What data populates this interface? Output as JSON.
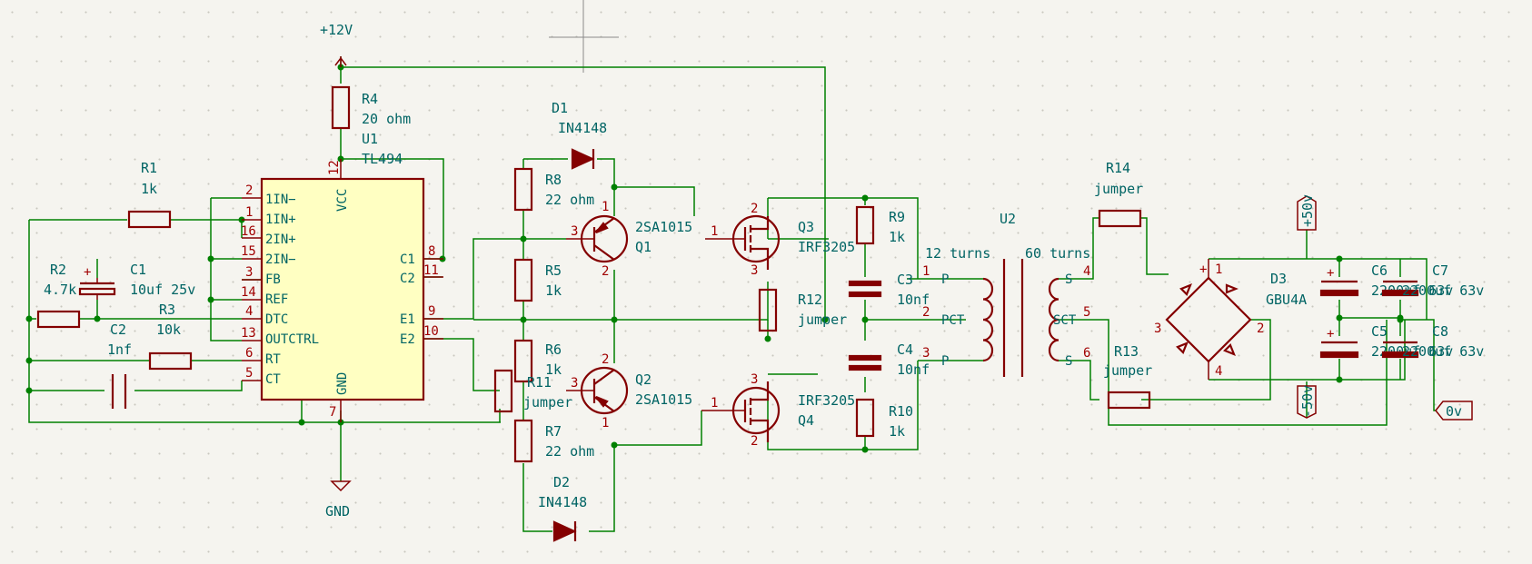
{
  "power": {
    "vcc": "+12V",
    "gnd": "GND",
    "pos": "+50v",
    "neg": "-50v",
    "zero": "0v"
  },
  "u1": {
    "ref": "U1",
    "val": "TL494",
    "pins_left": [
      {
        "num": "2",
        "name": "1IN−"
      },
      {
        "num": "1",
        "name": "1IN+"
      },
      {
        "num": "16",
        "name": "2IN+"
      },
      {
        "num": "15",
        "name": "2IN−"
      },
      {
        "num": "3",
        "name": "FB"
      },
      {
        "num": "14",
        "name": "REF"
      },
      {
        "num": "4",
        "name": "DTC"
      },
      {
        "num": "13",
        "name": "OUTCTRL"
      },
      {
        "num": "6",
        "name": "RT"
      },
      {
        "num": "5",
        "name": "CT"
      }
    ],
    "pins_right": [
      {
        "num": "8",
        "name": "C1"
      },
      {
        "num": "11",
        "name": "C2"
      },
      {
        "num": "9",
        "name": "E1"
      },
      {
        "num": "10",
        "name": "E2"
      }
    ],
    "vcc_pin": {
      "num": "12",
      "name": "VCC"
    },
    "gnd_pin": {
      "num": "7",
      "name": "GND"
    }
  },
  "components": {
    "R1": {
      "ref": "R1",
      "val": "1k"
    },
    "R2": {
      "ref": "R2",
      "val": "4.7k"
    },
    "R3": {
      "ref": "R3",
      "val": "10k"
    },
    "R4": {
      "ref": "R4",
      "val": "20 ohm"
    },
    "C1": {
      "ref": "C1",
      "val": "10uf 25v"
    },
    "C2": {
      "ref": "C2",
      "val": "1nf"
    },
    "D1": {
      "ref": "D1",
      "val": "IN4148"
    },
    "D2": {
      "ref": "D2",
      "val": "IN4148"
    },
    "R8": {
      "ref": "R8",
      "val": "22 ohm"
    },
    "R5": {
      "ref": "R5",
      "val": "1k"
    },
    "R6": {
      "ref": "R6",
      "val": "1k"
    },
    "R7": {
      "ref": "R7",
      "val": "22 ohm"
    },
    "R11": {
      "ref": "R11",
      "val": "jumper"
    },
    "Q1": {
      "ref": "Q1",
      "val": "2SA1015"
    },
    "Q2": {
      "ref": "Q2",
      "val": "2SA1015"
    },
    "Q3": {
      "ref": "Q3",
      "val": "IRF3205"
    },
    "Q4": {
      "ref": "Q4",
      "val": "IRF3205"
    },
    "R12": {
      "ref": "R12",
      "val": "jumper"
    },
    "R9": {
      "ref": "R9",
      "val": "1k"
    },
    "R10": {
      "ref": "R10",
      "val": "1k"
    },
    "C3": {
      "ref": "C3",
      "val": "10nf"
    },
    "C4": {
      "ref": "C4",
      "val": "10nf"
    },
    "U2": {
      "ref": "U2",
      "primary": "12 turns",
      "secondary": "60 turns"
    },
    "R14": {
      "ref": "R14",
      "val": "jumper"
    },
    "R13": {
      "ref": "R13",
      "val": "jumper"
    },
    "D3": {
      "ref": "D3",
      "val": "GBU4A"
    },
    "C6": {
      "ref": "C6",
      "val": "2200uf 63v"
    },
    "C7": {
      "ref": "C7",
      "val": "2200uf 63v"
    },
    "C5": {
      "ref": "C5",
      "val": "2200uf 63v"
    },
    "C8": {
      "ref": "C8",
      "val": "2200uf 63v"
    }
  },
  "u2_pins": {
    "prim": [
      {
        "num": "1",
        "name": "P"
      },
      {
        "num": "2",
        "name": "PCT"
      },
      {
        "num": "3",
        "name": "P"
      }
    ],
    "sec": [
      {
        "num": "4",
        "name": "S"
      },
      {
        "num": "5",
        "name": "SCT"
      },
      {
        "num": "6",
        "name": "S"
      }
    ]
  },
  "d3_pins": [
    "1",
    "2",
    "3",
    "4"
  ],
  "colors": {
    "wire": "#008000",
    "symbol": "#840000",
    "text": "#006464",
    "ic_fill": "#ffffc2",
    "background": "#f5f4ef"
  }
}
